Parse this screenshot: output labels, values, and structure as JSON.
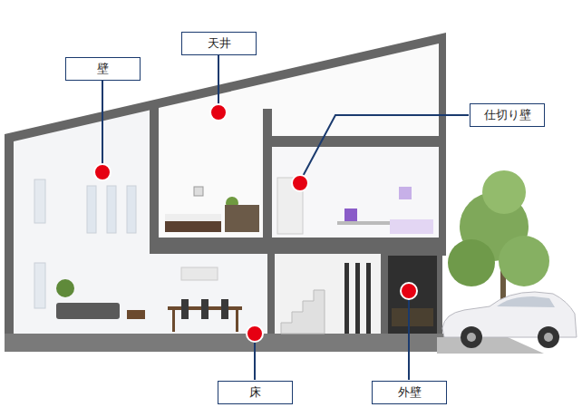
{
  "diagram": {
    "nodes": [
      {
        "text": [
          "天井"
        ]
      },
      {
        "text": [
          "壁"
        ]
      },
      {
        "text": [
          "仕切り壁"
        ]
      },
      {
        "text": [
          "床"
        ]
      },
      {
        "text": [
          "外壁"
        ]
      }
    ]
  }
}
